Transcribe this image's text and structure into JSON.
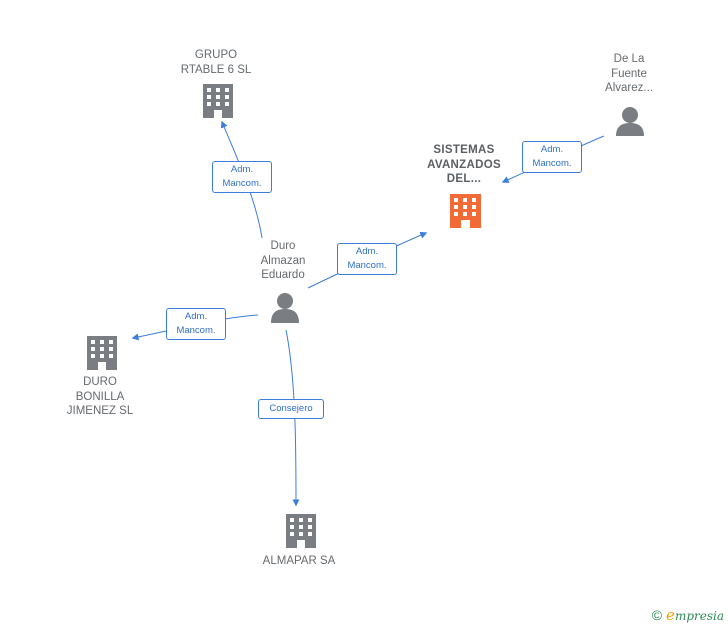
{
  "nodes": {
    "grupo": {
      "lines": [
        "GRUPO",
        "RTABLE 6  SL"
      ],
      "type": "company"
    },
    "sistemas": {
      "lines": [
        "SISTEMAS",
        "AVANZADOS",
        "DEL..."
      ],
      "type": "company-focus"
    },
    "delafuente": {
      "lines": [
        "De La",
        "Fuente",
        "Alvarez..."
      ],
      "type": "person"
    },
    "duro_almazan": {
      "lines": [
        "Duro",
        "Almazan",
        "Eduardo"
      ],
      "type": "person"
    },
    "duro_bonilla": {
      "lines": [
        "DURO",
        "BONILLA",
        "JIMENEZ SL"
      ],
      "type": "company"
    },
    "almapar": {
      "lines": [
        "ALMAPAR SA"
      ],
      "type": "company"
    }
  },
  "edges": {
    "to_grupo": {
      "lines": [
        "Adm.",
        "Mancom."
      ]
    },
    "to_sistemas": {
      "lines": [
        "Adm.",
        "Mancom."
      ]
    },
    "fuente_to_sistemas": {
      "lines": [
        "Adm.",
        "Mancom."
      ]
    },
    "to_bonilla": {
      "lines": [
        "Adm.",
        "Mancom."
      ]
    },
    "to_almapar": {
      "lines": [
        "Consejero"
      ]
    }
  },
  "footer": {
    "copyright": "©",
    "brand_initial": "e",
    "brand_rest": "mpresia"
  },
  "colors": {
    "edge": "#3b7dd8",
    "company": "#7a7e82",
    "focus": "#f26a35",
    "person": "#7a7e82"
  }
}
